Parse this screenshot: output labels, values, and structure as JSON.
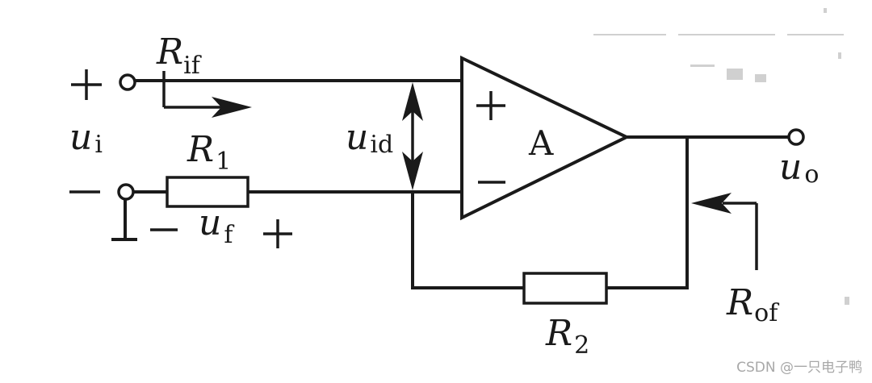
{
  "labels": {
    "r_if": {
      "main": "R",
      "sub": "if"
    },
    "u_i": {
      "main": "u",
      "sub": "i"
    },
    "r_1": {
      "main": "R",
      "sub": "1"
    },
    "u_f": {
      "main": "u",
      "sub": "f"
    },
    "u_id": {
      "main": "u",
      "sub": "id"
    },
    "amp": "A",
    "u_o": {
      "main": "u",
      "sub": "o"
    },
    "r_of": {
      "main": "R",
      "sub": "of"
    },
    "r_2": {
      "main": "R",
      "sub": "2"
    }
  },
  "watermark": "CSDN @一只电子鸭"
}
